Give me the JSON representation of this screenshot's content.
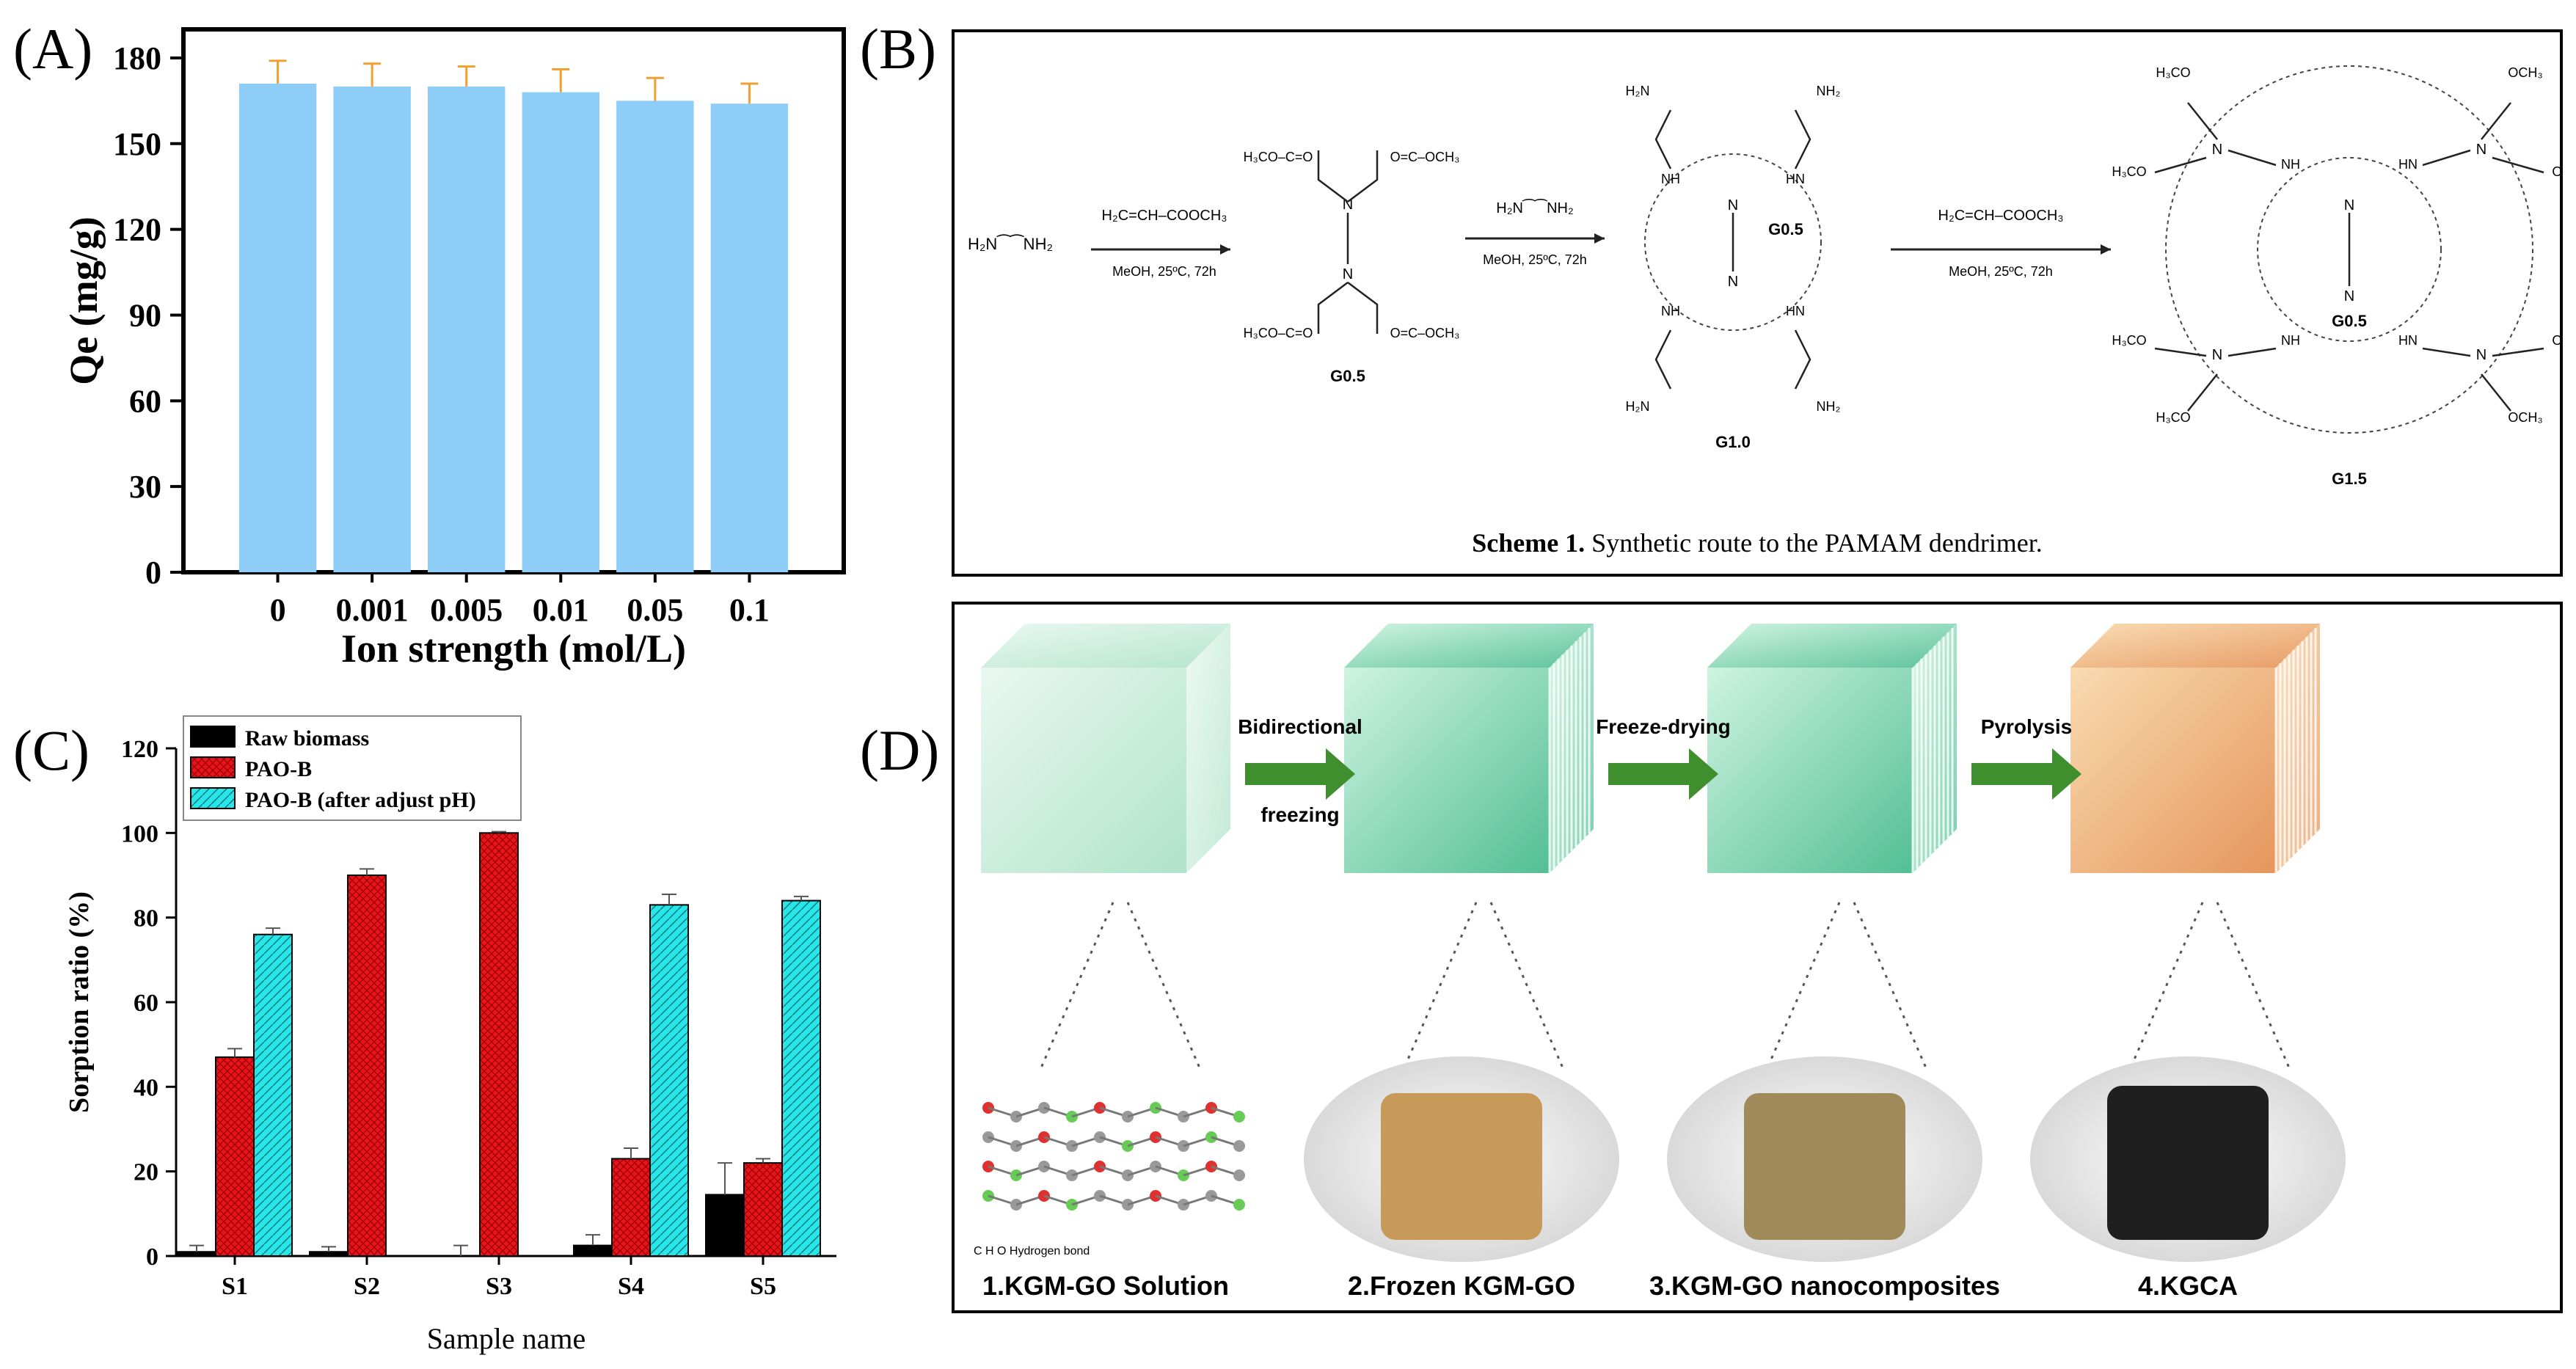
{
  "panels": {
    "A": {
      "label": "(A)"
    },
    "B": {
      "label": "(B)"
    },
    "C": {
      "label": "(C)"
    },
    "D": {
      "label": "(D)"
    }
  },
  "chart_data": [
    {
      "type": "bar",
      "panel": "A",
      "categories": [
        "0",
        "0.001",
        "0.005",
        "0.01",
        "0.05",
        "0.1"
      ],
      "values": [
        171,
        170,
        170,
        168,
        165,
        164
      ],
      "errors": [
        8,
        8,
        7,
        8,
        8,
        7
      ],
      "xlabel": "Ion strength (mol/L)",
      "ylabel": "Qe (mg/g)",
      "ylim": [
        0,
        190
      ],
      "yticks": [
        0,
        30,
        60,
        90,
        120,
        150,
        180
      ],
      "bar_color": "#8ecdf8",
      "error_color": "#f0a030",
      "grid": false
    },
    {
      "type": "bar",
      "panel": "C",
      "categories": [
        "S1",
        "S2",
        "S3",
        "S4",
        "S5"
      ],
      "series": [
        {
          "name": "Raw biomass",
          "values": [
            1,
            1,
            0,
            2.5,
            14.5
          ],
          "errors": [
            1.5,
            1.2,
            2.5,
            2.5,
            7.5
          ],
          "color": "#000000"
        },
        {
          "name": "PAO-B",
          "values": [
            47,
            90,
            100,
            23,
            22
          ],
          "errors": [
            2,
            1.5,
            0.3,
            2.5,
            1
          ],
          "color": "#e8141c"
        },
        {
          "name": "PAO-B (after adjust pH)",
          "values": [
            76,
            null,
            null,
            83,
            84
          ],
          "errors": [
            1.5,
            null,
            null,
            2.5,
            1
          ],
          "color": "#26e6ea"
        }
      ],
      "xlabel": "Sample name",
      "ylabel": "Sorption ratio (%)",
      "ylim": [
        0,
        120
      ],
      "yticks": [
        0,
        20,
        40,
        60,
        80,
        100,
        120
      ],
      "legend_position": "top-left",
      "grid": false
    }
  ],
  "scheme": {
    "reagent_start": "H₂N⁀⁀NH₂",
    "arrow1_top": "H₂C=CH–COOCH₃",
    "arrow1_bottom": "MeOH, 25ºC,  72h",
    "arrow2_top": "H₂N⁀⁀NH₂",
    "arrow2_bottom": "MeOH, 25ºC,  72h",
    "arrow3_top": "H₂C=CH–COOCH₃",
    "arrow3_bottom": "MeOH, 25ºC,  72h",
    "g05": "G0.5",
    "g10": "G1.0",
    "g10_inner": "G0.5",
    "g15": "G1.5",
    "g15_inner": "G0.5",
    "caption_bold": "Scheme 1.",
    "caption_rest": " Synthetic route to the PAMAM dendrimer.",
    "group_labels": {
      "och3": "OCH₃",
      "h3co": "H₃CO",
      "nh2": "NH₂",
      "h2n": "H₂N",
      "nh": "NH",
      "hn": "HN",
      "n": "N",
      "o": "O"
    }
  },
  "process": {
    "arrows": [
      {
        "line1": "Bidirectional",
        "line2": "freezing"
      },
      {
        "line1": "Freeze-drying",
        "line2": ""
      },
      {
        "line1": "Pyrolysis",
        "line2": ""
      }
    ],
    "captions": [
      "1.KGM-GO Solution",
      "2.Frozen KGM-GO",
      "3.KGM-GO  nanocomposites",
      "4.KGCA"
    ],
    "legend": "C  H  O  Hydrogen bond",
    "colors": {
      "arrow": "#3f8f2f",
      "cube_green": "#7fd8b0",
      "cube_orange": "#f0a868",
      "photo_bg": "#d9d9d9"
    }
  }
}
